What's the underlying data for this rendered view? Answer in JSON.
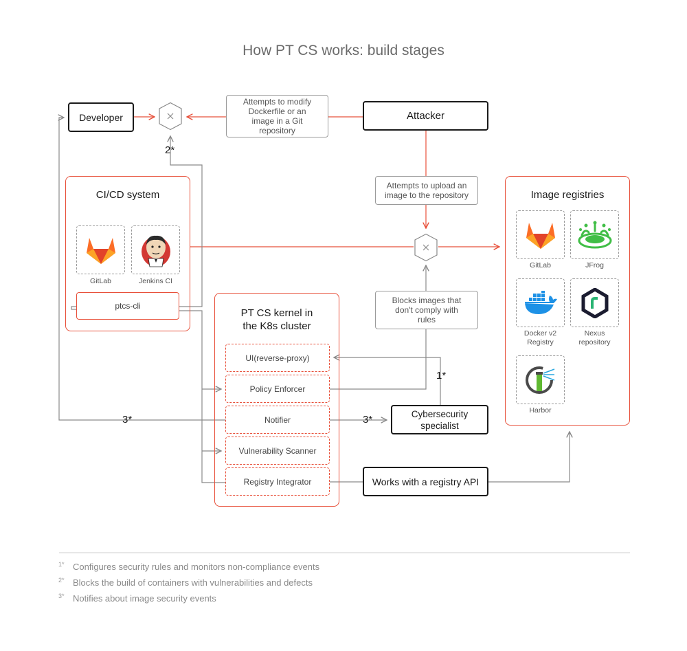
{
  "title": "How PT CS works: build stages",
  "actors": {
    "developer": "Developer",
    "attacker": "Attacker",
    "specialist": "Cybersecurity specialist",
    "registry_api": "Works with a registry API"
  },
  "notes": {
    "modify": "Attempts to modify Dockerfile or an image in a Git repository",
    "upload": "Attempts to upload an image to the repository",
    "blocks": "Blocks images that don't comply with rules"
  },
  "cicd": {
    "title": "CI/CD system",
    "tools": [
      "GitLab",
      "Jenkins CI"
    ],
    "cli": "ptcs-cli"
  },
  "kernel": {
    "title": "PT CS kernel in the K8s cluster",
    "modules": [
      "UI(reverse-proxy)",
      "Policy Enforcer",
      "Notifier",
      "Vulnerability Scanner",
      "Registry Integrator"
    ]
  },
  "registries": {
    "title": "Image registries",
    "items": [
      "GitLab",
      "JFrog",
      "Docker v2 Registry",
      "Nexus repository",
      "Harbor"
    ]
  },
  "markers": {
    "one": "1*",
    "two": "2*",
    "three": "3*"
  },
  "footnotes": [
    {
      "mark": "1*",
      "text": "Configures security rules and monitors non-compliance events"
    },
    {
      "mark": "2*",
      "text": "Blocks the build of containers with vulnerabilities and defects"
    },
    {
      "mark": "3*",
      "text": "Notifies about image security events"
    }
  ],
  "colors": {
    "accent": "#e8503a",
    "line_gray": "#8a8a8a",
    "text": "#1a1a1a"
  },
  "icons": [
    "shield-x-icon",
    "gitlab-icon",
    "jenkins-icon",
    "jfrog-icon",
    "docker-icon",
    "nexus-icon",
    "harbor-icon"
  ]
}
